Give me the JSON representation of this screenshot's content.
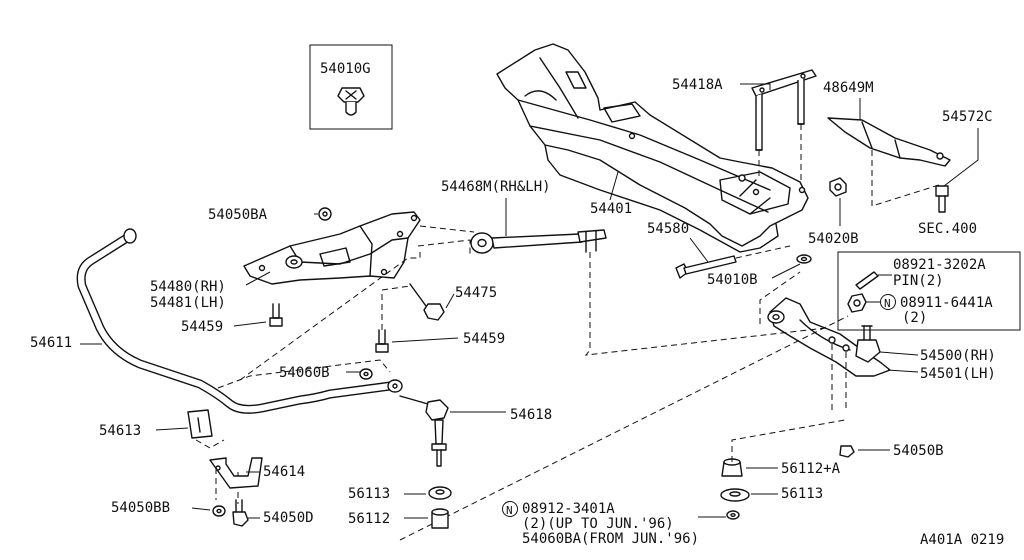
{
  "labels": {
    "l54010G": "54010G",
    "l54418A": "54418A",
    "l48649M": "48649M",
    "l54572C": "54572C",
    "l54468M": "54468M(RH&LH)",
    "l54401": "54401",
    "l54050BA": "54050BA",
    "l54580": "54580",
    "l54020B": "54020B",
    "lSEC400": "SEC.400",
    "l54480": "54480(RH)",
    "l54481": "54481(LH)",
    "l54010B": "54010B",
    "l08921": "08921-3202A",
    "lPIN": "PIN(2)",
    "l54475": "54475",
    "l08911": "08911-6441A",
    "l08911q": "(2)",
    "l54459a": "54459",
    "l54611": "54611",
    "l54459b": "54459",
    "l54500": "54500(RH)",
    "l54501": "54501(LH)",
    "l54060B": "54060B",
    "l54618": "54618",
    "l54613": "54613",
    "l54050B": "54050B",
    "l54614": "54614",
    "l56112A": "56112+A",
    "l56113a": "56113",
    "l56113b": "56113",
    "l54050BB": "54050BB",
    "l54050D": "54050D",
    "l08912": "08912-3401A",
    "l08912note": "(2)(UP TO JUN.'96)",
    "l56112": "56112",
    "l54060BA": "54060BA(FROM JUN.'96)",
    "lRef": "A401A 0219"
  },
  "symbols": {
    "n1": "N",
    "n2": "N"
  }
}
